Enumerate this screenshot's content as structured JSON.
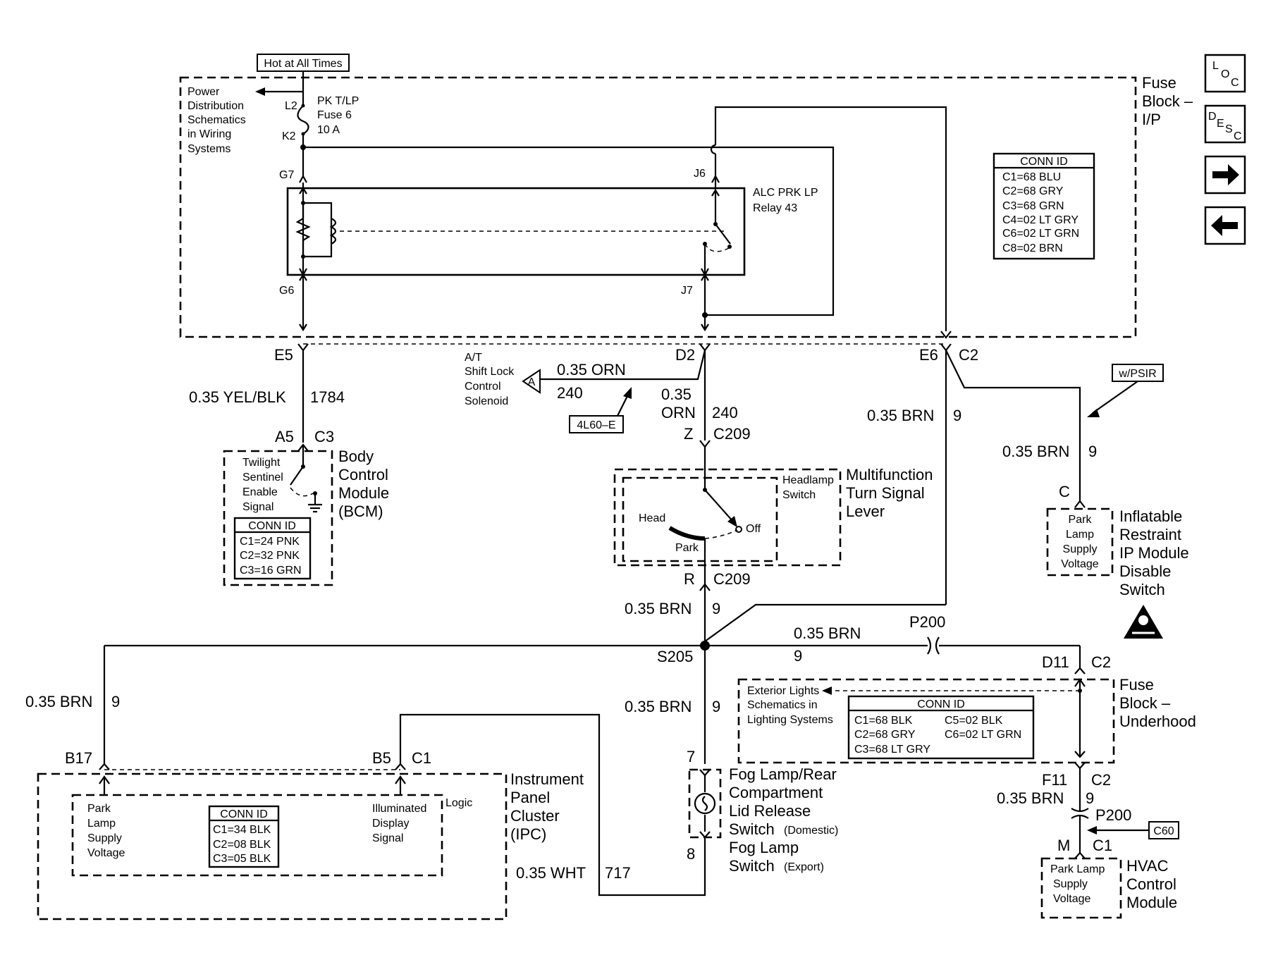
{
  "hot_label": "Hot at All Times",
  "power_dist": [
    "Power",
    "Distribution",
    "Schematics",
    "in Wiring",
    "Systems"
  ],
  "fuse_block_ip": [
    "Fuse",
    "Block –",
    "I/P"
  ],
  "fuse6": [
    "PK T/LP",
    "Fuse 6",
    "10 A"
  ],
  "relay": [
    "ALC PRK LP",
    "Relay 43"
  ],
  "pins": {
    "L2": "L2",
    "K2": "K2",
    "G7": "G7",
    "G6": "G6",
    "J6": "J6",
    "J7": "J7",
    "E5": "E5",
    "D2": "D2",
    "E6": "E6",
    "C2": "C2",
    "A5": "A5",
    "C3": "C3",
    "Z": "Z",
    "R": "R",
    "C209": "C209",
    "C": "C",
    "S205": "S205",
    "P200": "P200",
    "D11": "D11",
    "F11": "F11",
    "B17": "B17",
    "B5": "B5",
    "C1": "C1",
    "p7": "7",
    "p8": "8",
    "M": "M"
  },
  "ip_conn": {
    "title": "CONN ID",
    "rows": [
      "C1=68 BLU",
      "C2=68 GRY",
      "C3=68 GRN",
      "C4=02 LT GRY",
      "C6=02 LT GRN",
      "C8=02 BRN"
    ]
  },
  "wires": {
    "yel_blk": "0.35 YEL/BLK",
    "n1784": "1784",
    "orn": "0.35 ORN",
    "n240": "240",
    "v035": "0.35",
    "orn2": "ORN",
    "brn": "0.35 BRN",
    "n9": "9",
    "wht": "0.35 WHT",
    "n717": "717"
  },
  "shift_lock": [
    "A/T",
    "Shift Lock",
    "Control",
    "Solenoid"
  ],
  "connector_a": "A",
  "tag_4l60": "4L60–E",
  "tag_psir": "w/PSIR",
  "tag_c60": "C60",
  "bcm": {
    "title": [
      "Body",
      "Control",
      "Module",
      "(BCM)"
    ],
    "signal": [
      "Twilight",
      "Sentinel",
      "Enable",
      "Signal"
    ],
    "conn_title": "CONN ID",
    "conn_rows": [
      "C1=24 PNK",
      "C2=32 PNK",
      "C3=16 GRN"
    ]
  },
  "mfsw": {
    "title": [
      "Multifunction",
      "Turn Signal",
      "Lever"
    ],
    "switch": [
      "Headlamp",
      "Switch"
    ],
    "head": "Head",
    "park": "Park",
    "off": "Off"
  },
  "irim": {
    "title": [
      "Inflatable",
      "Restraint",
      "IP Module",
      "Disable",
      "Switch"
    ],
    "inner": [
      "Park",
      "Lamp",
      "Supply",
      "Voltage"
    ]
  },
  "underhood": {
    "title": [
      "Fuse",
      "Block –",
      "Underhood"
    ],
    "ext_lights": [
      "Exterior Lights",
      "Schematics in",
      "Lighting Systems"
    ],
    "conn_title": "CONN ID",
    "conn_left": [
      "C1=68 BLK",
      "C2=68 GRY",
      "C3=68 LT GRY"
    ],
    "conn_right": [
      "C5=02 BLK",
      "C6=02 LT GRN"
    ]
  },
  "ipc": {
    "title": [
      "Instrument",
      "Panel",
      "Cluster",
      "(IPC)"
    ],
    "park": [
      "Park",
      "Lamp",
      "Supply",
      "Voltage"
    ],
    "illum": [
      "Illuminated",
      "Display",
      "Signal"
    ],
    "logic": "Logic",
    "conn_title": "CONN ID",
    "conn_rows": [
      "C1=34 BLK",
      "C2=08 BLK",
      "C3=05 BLK"
    ]
  },
  "fog": {
    "line1": "Fog Lamp/Rear",
    "line2": "Compartment",
    "line3": "Lid Release",
    "line4": "Switch",
    "domestic": "(Domestic)",
    "line5": "Fog Lamp",
    "line6": "Switch",
    "export": "(Export)"
  },
  "hvac": {
    "title": [
      "HVAC",
      "Control",
      "Module"
    ],
    "inner": [
      "Park Lamp",
      "Supply",
      "Voltage"
    ]
  },
  "nav": {
    "loc": [
      "L",
      "O",
      "C"
    ],
    "desc": [
      "D",
      "E",
      "S",
      "C"
    ]
  }
}
